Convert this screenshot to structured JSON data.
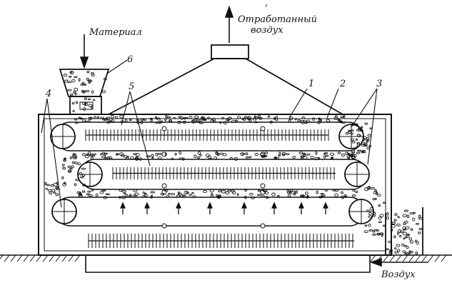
{
  "labels": {
    "material": "Материал",
    "exhaust_line1": "Отработанный",
    "exhaust_line2": "воздух",
    "air": "Воздух",
    "mark_top": ","
  },
  "callouts": {
    "n1": "1",
    "n2": "2",
    "n3": "3",
    "n4": "4",
    "n5": "5",
    "n6": "6"
  },
  "colors": {
    "ink": "#111111",
    "paper": "#ffffff"
  }
}
